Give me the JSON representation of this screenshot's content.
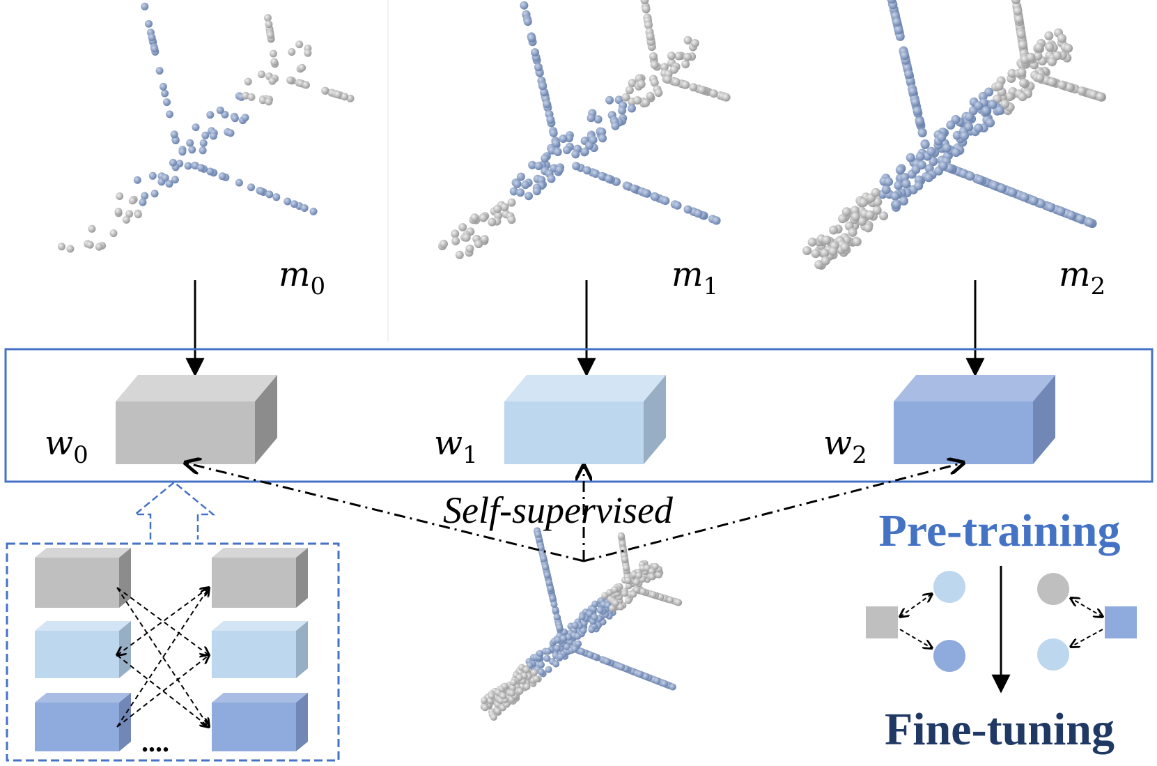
{
  "colors": {
    "frame_blue": "#4472c4",
    "gray_block": "#bfbfbf",
    "light_block": "#bdd7ee",
    "mid_block": "#8faadc",
    "pretrain_text": "#4472c4",
    "finetune_text": "#1f3864",
    "point_gray": "#b8b8b8",
    "point_blue": "#7f96bf"
  },
  "icons": [
    "point-cloud-airplane",
    "model-block",
    "arrow-down",
    "dash-dot-arrow",
    "hollow-up-arrow",
    "circle-node",
    "square-node"
  ],
  "inputs": [
    {
      "label_main": "m",
      "label_sub": "0"
    },
    {
      "label_main": "m",
      "label_sub": "1"
    },
    {
      "label_main": "m",
      "label_sub": "2"
    }
  ],
  "models": [
    {
      "label_main": "w",
      "label_sub": "0"
    },
    {
      "label_main": "w",
      "label_sub": "1"
    },
    {
      "label_main": "w",
      "label_sub": "2"
    }
  ],
  "self_supervised_label": "Self-supervised",
  "ellipsis": "....",
  "pretraining_label": "Pre-training",
  "finetuning_label": "Fine-tuning"
}
